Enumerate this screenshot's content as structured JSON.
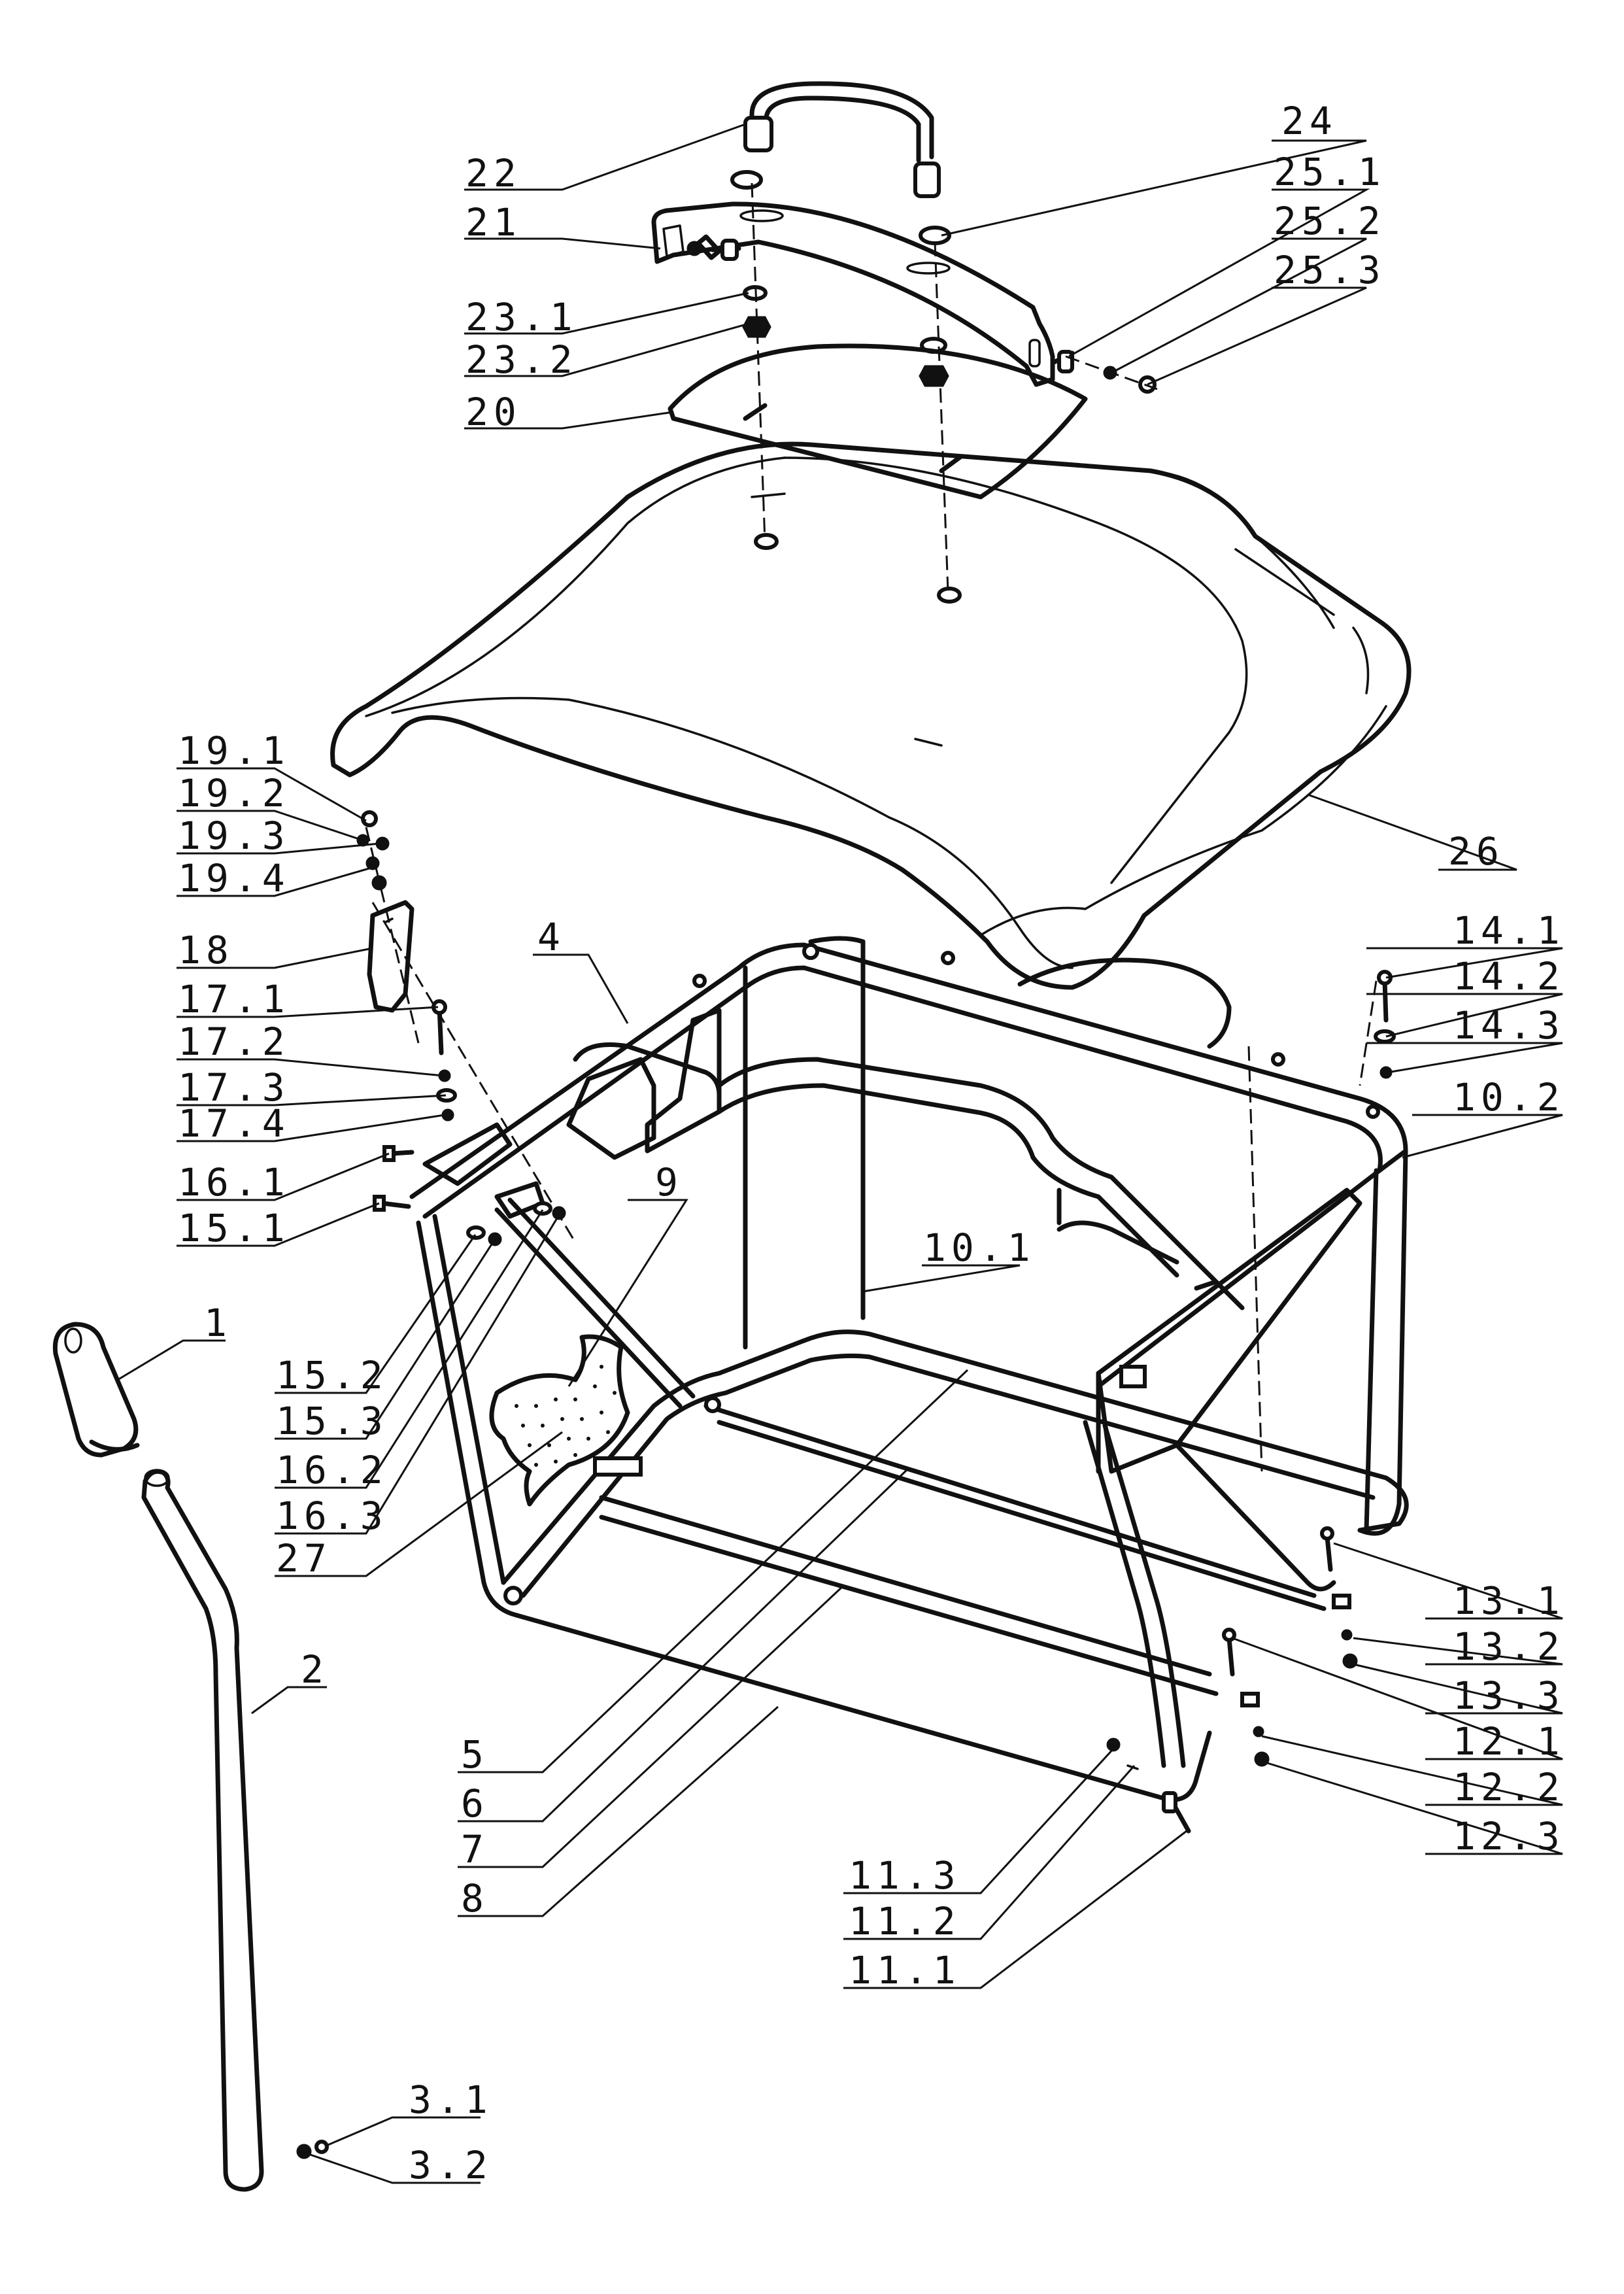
{
  "diagram": {
    "type": "exploded-parts-view",
    "callouts": [
      {
        "id": "1",
        "label": "1"
      },
      {
        "id": "2",
        "label": "2"
      },
      {
        "id": "3.1",
        "label": "3.1"
      },
      {
        "id": "3.2",
        "label": "3.2"
      },
      {
        "id": "4",
        "label": "4"
      },
      {
        "id": "5",
        "label": "5"
      },
      {
        "id": "6",
        "label": "6"
      },
      {
        "id": "7",
        "label": "7"
      },
      {
        "id": "8",
        "label": "8"
      },
      {
        "id": "9",
        "label": "9"
      },
      {
        "id": "10.1",
        "label": "10.1"
      },
      {
        "id": "10.2",
        "label": "10.2"
      },
      {
        "id": "11.1",
        "label": "11.1"
      },
      {
        "id": "11.2",
        "label": "11.2"
      },
      {
        "id": "11.3",
        "label": "11.3"
      },
      {
        "id": "12.1",
        "label": "12.1"
      },
      {
        "id": "12.2",
        "label": "12.2"
      },
      {
        "id": "12.3",
        "label": "12.3"
      },
      {
        "id": "13.1",
        "label": "13.1"
      },
      {
        "id": "13.2",
        "label": "13.2"
      },
      {
        "id": "13.3",
        "label": "13.3"
      },
      {
        "id": "14.1",
        "label": "14.1"
      },
      {
        "id": "14.2",
        "label": "14.2"
      },
      {
        "id": "14.3",
        "label": "14.3"
      },
      {
        "id": "15.1",
        "label": "15.1"
      },
      {
        "id": "15.2",
        "label": "15.2"
      },
      {
        "id": "15.3",
        "label": "15.3"
      },
      {
        "id": "16.1",
        "label": "16.1"
      },
      {
        "id": "16.2",
        "label": "16.2"
      },
      {
        "id": "16.3",
        "label": "16.3"
      },
      {
        "id": "17.1",
        "label": "17.1"
      },
      {
        "id": "17.2",
        "label": "17.2"
      },
      {
        "id": "17.3",
        "label": "17.3"
      },
      {
        "id": "17.4",
        "label": "17.4"
      },
      {
        "id": "18",
        "label": "18"
      },
      {
        "id": "19.1",
        "label": "19.1"
      },
      {
        "id": "19.2",
        "label": "19.2"
      },
      {
        "id": "19.3",
        "label": "19.3"
      },
      {
        "id": "19.4",
        "label": "19.4"
      },
      {
        "id": "20",
        "label": "20"
      },
      {
        "id": "21",
        "label": "21"
      },
      {
        "id": "22",
        "label": "22"
      },
      {
        "id": "23.1",
        "label": "23.1"
      },
      {
        "id": "23.2",
        "label": "23.2"
      },
      {
        "id": "24",
        "label": "24"
      },
      {
        "id": "25.1",
        "label": "25.1"
      },
      {
        "id": "25.2",
        "label": "25.2"
      },
      {
        "id": "25.3",
        "label": "25.3"
      },
      {
        "id": "26",
        "label": "26"
      },
      {
        "id": "27",
        "label": "27"
      }
    ]
  }
}
